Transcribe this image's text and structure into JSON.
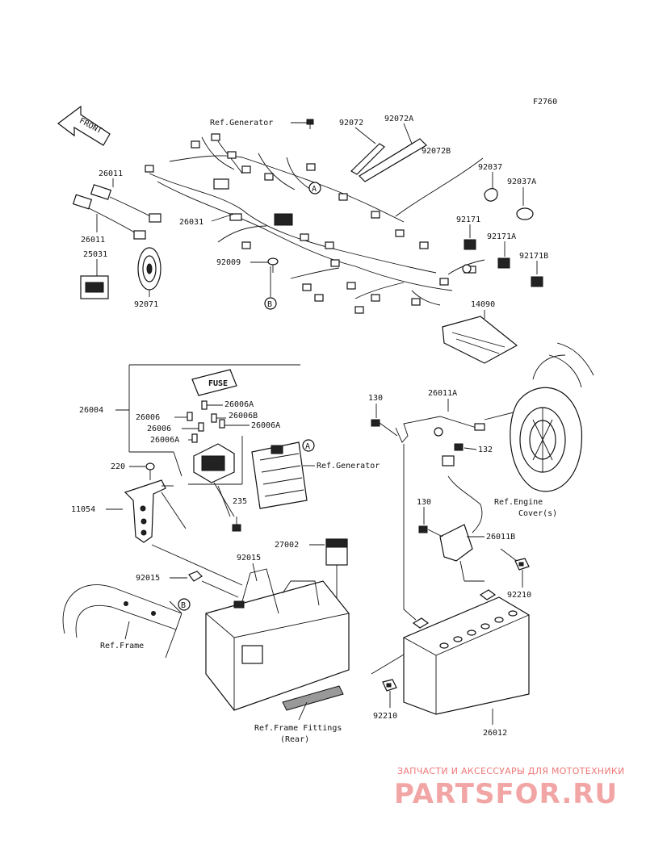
{
  "figure_code": "F2760",
  "front_label": "FRONT",
  "callouts": {
    "a": "A",
    "b": "B"
  },
  "labels": {
    "ref_generator_top": "Ref.Generator",
    "p92072": "92072",
    "p92072a": "92072A",
    "p92072b": "92072B",
    "p92037": "92037",
    "p92037a": "92037A",
    "p92171": "92171",
    "p92171a": "92171A",
    "p92171b": "92171B",
    "p26011_top": "26011",
    "p26011_bot": "26011",
    "p26031": "26031",
    "p25031": "25031",
    "p92071": "92071",
    "p92009": "92009",
    "p14090": "14090",
    "p26004": "26004",
    "p26006_1": "26006",
    "p26006a_1": "26006A",
    "p26006b": "26006B",
    "p26006_2": "26006",
    "p26006a_2": "26006A",
    "p26006a_3": "26006A",
    "p220": "220",
    "p11054": "11054",
    "p235": "235",
    "ref_generator_mid": "Ref.Generator",
    "p27002": "27002",
    "p92015_1": "92015",
    "p92015_2": "92015",
    "ref_frame": "Ref.Frame",
    "ref_frame_fittings_1": "Ref.Frame Fittings",
    "ref_frame_fittings_2": "(Rear)",
    "p130_1": "130",
    "p130_2": "130",
    "p26011a": "26011A",
    "p132": "132",
    "ref_engine_cover_1": "Ref.Engine",
    "ref_engine_cover_2": "Cover(s)",
    "p26011b": "26011B",
    "p92210_1": "92210",
    "p92210_2": "92210",
    "p26012": "26012",
    "fuse_text": "FUSE"
  },
  "watermark": {
    "tagline": "ЗАПЧАСТИ И АКСЕССУАРЫ ДЛЯ МОТОТЕХНИКИ",
    "logo": "PARTSFOR.RU"
  }
}
